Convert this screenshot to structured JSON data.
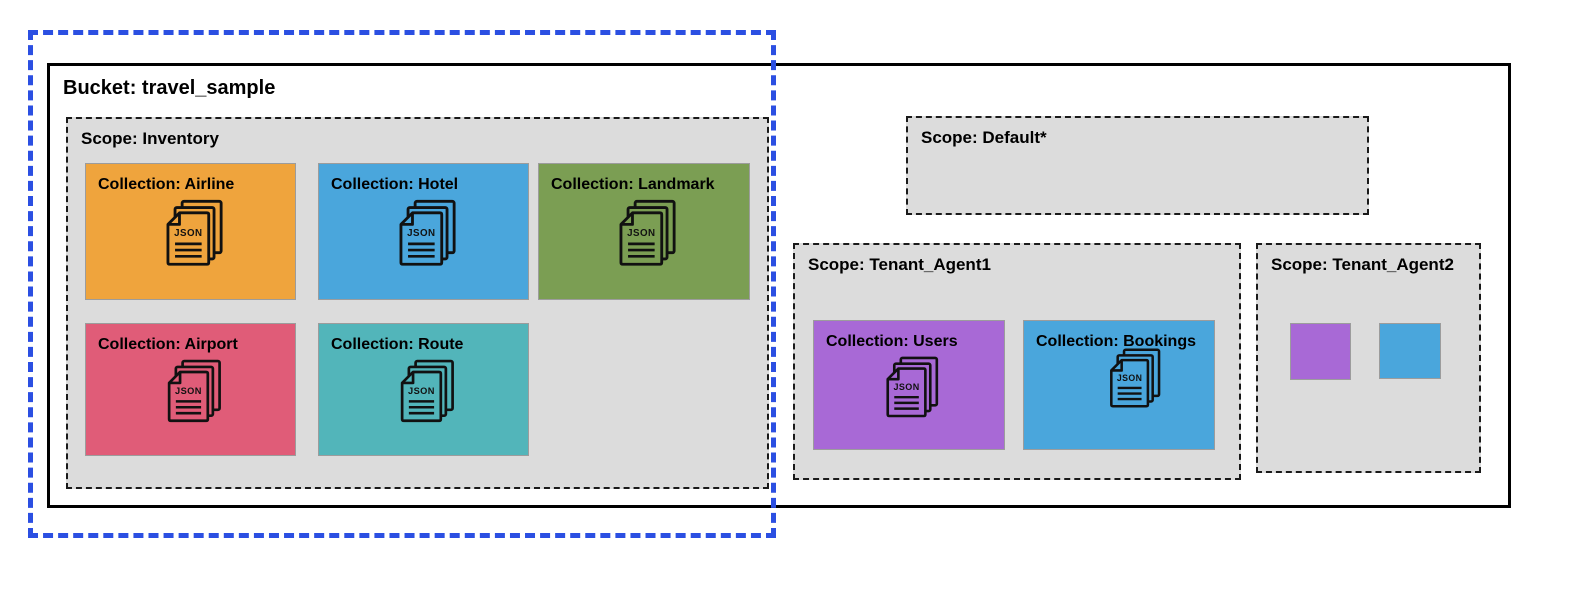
{
  "bucket_title": "Bucket: travel_sample",
  "icon": {
    "json_label": "JSON"
  },
  "colors": {
    "highlight_border": "#2B4FE2",
    "scope_background": "#DCDCDC",
    "bucket_border": "#000000"
  },
  "scopes": {
    "inventory": {
      "title": "Scope: Inventory",
      "collections": [
        {
          "label": "Collection: Airline",
          "color": "#EFA43D"
        },
        {
          "label": "Collection: Hotel",
          "color": "#4AA6DC"
        },
        {
          "label": "Collection: Landmark",
          "color": "#7B9E53"
        },
        {
          "label": "Collection: Airport",
          "color": "#E05C78"
        },
        {
          "label": "Collection: Route",
          "color": "#52B5BA"
        }
      ]
    },
    "default": {
      "title": "Scope: Default*",
      "collections": []
    },
    "tenant_agent1": {
      "title": "Scope: Tenant_Agent1",
      "collections": [
        {
          "label": "Collection: Users",
          "color": "#A869D6"
        },
        {
          "label": "Collection: Bookings",
          "color": "#4AA6DC"
        }
      ]
    },
    "tenant_agent2": {
      "title": "Scope: Tenant_Agent2",
      "swatches": [
        {
          "color": "#A869D6"
        },
        {
          "color": "#4AA6DC"
        }
      ]
    }
  }
}
